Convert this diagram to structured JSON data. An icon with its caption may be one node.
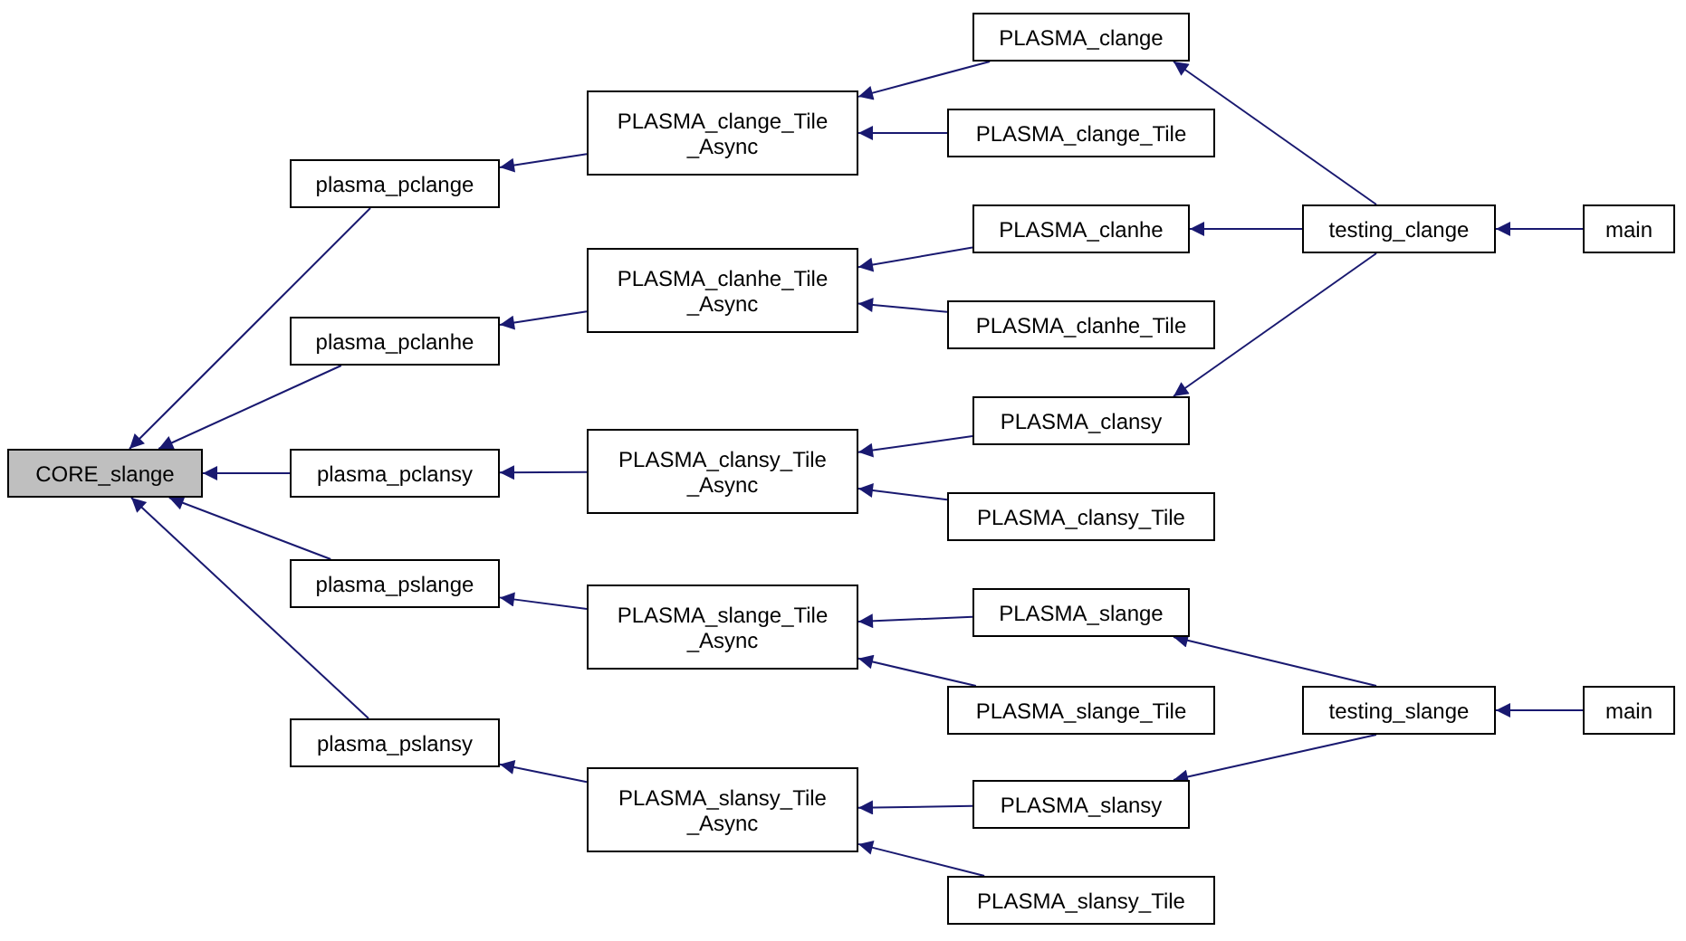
{
  "diagram": {
    "nodes": [
      {
        "text": [
          "CORE_slange"
        ]
      },
      {
        "text": [
          "plasma_pclange"
        ]
      },
      {
        "text": [
          "plasma_pclanhe"
        ]
      },
      {
        "text": [
          "plasma_pclansy"
        ]
      },
      {
        "text": [
          "plasma_pslange"
        ]
      },
      {
        "text": [
          "plasma_pslansy"
        ]
      },
      {
        "text": [
          "PLASMA_clange_Tile _Async"
        ]
      },
      {
        "text": [
          "PLASMA_clanhe_Tile _Async"
        ]
      },
      {
        "text": [
          "PLASMA_clansy_Tile _Async"
        ]
      },
      {
        "text": [
          "PLASMA_slange_Tile _Async"
        ]
      },
      {
        "text": [
          "PLASMA_slansy_Tile _Async"
        ]
      },
      {
        "text": [
          "PLASMA_clange"
        ]
      },
      {
        "text": [
          "PLASMA_clange_Tile"
        ]
      },
      {
        "text": [
          "PLASMA_clanhe"
        ]
      },
      {
        "text": [
          "PLASMA_clanhe_Tile"
        ]
      },
      {
        "text": [
          "PLASMA_clansy"
        ]
      },
      {
        "text": [
          "PLASMA_clansy_Tile"
        ]
      },
      {
        "text": [
          "PLASMA_slange"
        ]
      },
      {
        "text": [
          "PLASMA_slange_Tile"
        ]
      },
      {
        "text": [
          "PLASMA_slansy"
        ]
      },
      {
        "text": [
          "PLASMA_slansy_Tile"
        ]
      },
      {
        "text": [
          "testing_clange"
        ]
      },
      {
        "text": [
          "main"
        ]
      },
      {
        "text": [
          "testing_slange"
        ]
      },
      {
        "text": [
          "main"
        ]
      }
    ],
    "edges": [
      {
        "from": 1,
        "to": 0,
        "arrow": "to"
      },
      {
        "from": 2,
        "to": 0,
        "arrow": "to"
      },
      {
        "from": 3,
        "to": 0,
        "arrow": "to"
      },
      {
        "from": 4,
        "to": 0,
        "arrow": "to"
      },
      {
        "from": 5,
        "to": 0,
        "arrow": "to"
      },
      {
        "from": 6,
        "to": 1,
        "arrow": "to"
      },
      {
        "from": 7,
        "to": 2,
        "arrow": "to"
      },
      {
        "from": 8,
        "to": 3,
        "arrow": "to"
      },
      {
        "from": 9,
        "to": 4,
        "arrow": "to"
      },
      {
        "from": 10,
        "to": 5,
        "arrow": "to"
      },
      {
        "from": 11,
        "to": 6,
        "arrow": "to"
      },
      {
        "from": 12,
        "to": 6,
        "arrow": "to"
      },
      {
        "from": 13,
        "to": 7,
        "arrow": "to"
      },
      {
        "from": 14,
        "to": 7,
        "arrow": "to"
      },
      {
        "from": 15,
        "to": 8,
        "arrow": "to"
      },
      {
        "from": 16,
        "to": 8,
        "arrow": "to"
      },
      {
        "from": 17,
        "to": 9,
        "arrow": "to"
      },
      {
        "from": 18,
        "to": 9,
        "arrow": "to"
      },
      {
        "from": 19,
        "to": 10,
        "arrow": "to"
      },
      {
        "from": 20,
        "to": 10,
        "arrow": "to"
      },
      {
        "from": 21,
        "to": 11,
        "arrow": "to"
      },
      {
        "from": 21,
        "to": 13,
        "arrow": "to"
      },
      {
        "from": 21,
        "to": 15,
        "arrow": "to"
      },
      {
        "from": 23,
        "to": 17,
        "arrow": "to"
      },
      {
        "from": 23,
        "to": 19,
        "arrow": "to"
      },
      {
        "from": 22,
        "to": 21,
        "arrow": "to"
      },
      {
        "from": 24,
        "to": 23,
        "arrow": "to"
      }
    ]
  }
}
